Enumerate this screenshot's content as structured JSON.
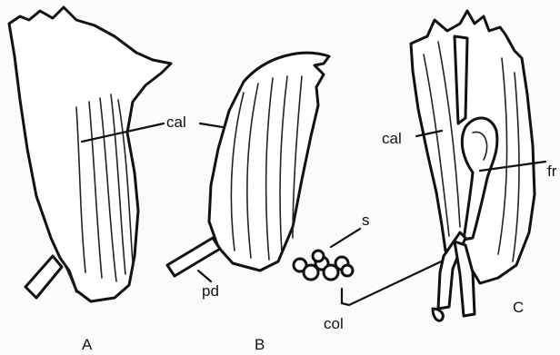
{
  "figure": {
    "labels": {
      "cal_a": "cal",
      "cal_c": "cal",
      "s": "s",
      "pd": "pd",
      "col": "col",
      "fr": "fr",
      "panel_a": "A",
      "panel_b": "B",
      "panel_c": "C"
    }
  }
}
